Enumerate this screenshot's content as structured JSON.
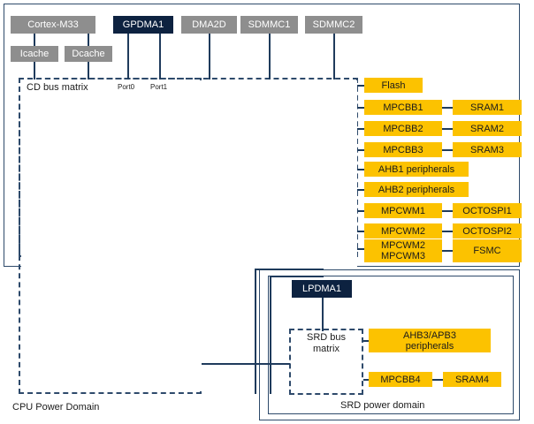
{
  "diagram": {
    "title": "System architecture block diagram",
    "colors": {
      "master_gray": "#8e8e8e",
      "dma_navy": "#0d2240",
      "memory_yellow": "#fcc200",
      "line_navy": "#1f3b5c",
      "panel_border": "#2e4a6b"
    }
  },
  "cpu_power_domain": {
    "label": "CPU Power Domain",
    "bus_matrix_label": "CD bus matrix",
    "masters": [
      {
        "name": "Cortex-M33",
        "style": "gray"
      },
      {
        "name": "GPDMA1",
        "style": "navy"
      },
      {
        "name": "DMA2D",
        "style": "gray"
      },
      {
        "name": "SDMMC1",
        "style": "gray"
      },
      {
        "name": "SDMMC2",
        "style": "gray"
      }
    ],
    "caches": [
      {
        "name": "Icache"
      },
      {
        "name": "Dcache"
      }
    ],
    "gpdma_ports": [
      {
        "name": "Port0"
      },
      {
        "name": "Port1"
      }
    ],
    "slaves": [
      {
        "name": "Flash",
        "target": ""
      },
      {
        "name": "MPCBB1",
        "target": "SRAM1"
      },
      {
        "name": "MPCBB2",
        "target": "SRAM2"
      },
      {
        "name": "MPCBB3",
        "target": "SRAM3"
      },
      {
        "name": "AHB1 peripherals",
        "target": ""
      },
      {
        "name": "AHB2 peripherals",
        "target": ""
      },
      {
        "name": "MPCWM1",
        "target": "OCTOSPI1"
      },
      {
        "name": "MPCWM2",
        "target": "OCTOSPI2"
      },
      {
        "name": "MPCWM2\nMPCWM3",
        "target": "FSMC"
      }
    ]
  },
  "srd_power_domain": {
    "label": "SRD power domain",
    "bus_matrix_label": "SRD bus\nmatrix",
    "masters": [
      {
        "name": "LPDMA1",
        "style": "navy"
      }
    ],
    "slaves": [
      {
        "name": "AHB3/APB3\nperipherals",
        "target": ""
      },
      {
        "name": "MPCBB4",
        "target": "SRAM4"
      }
    ]
  }
}
